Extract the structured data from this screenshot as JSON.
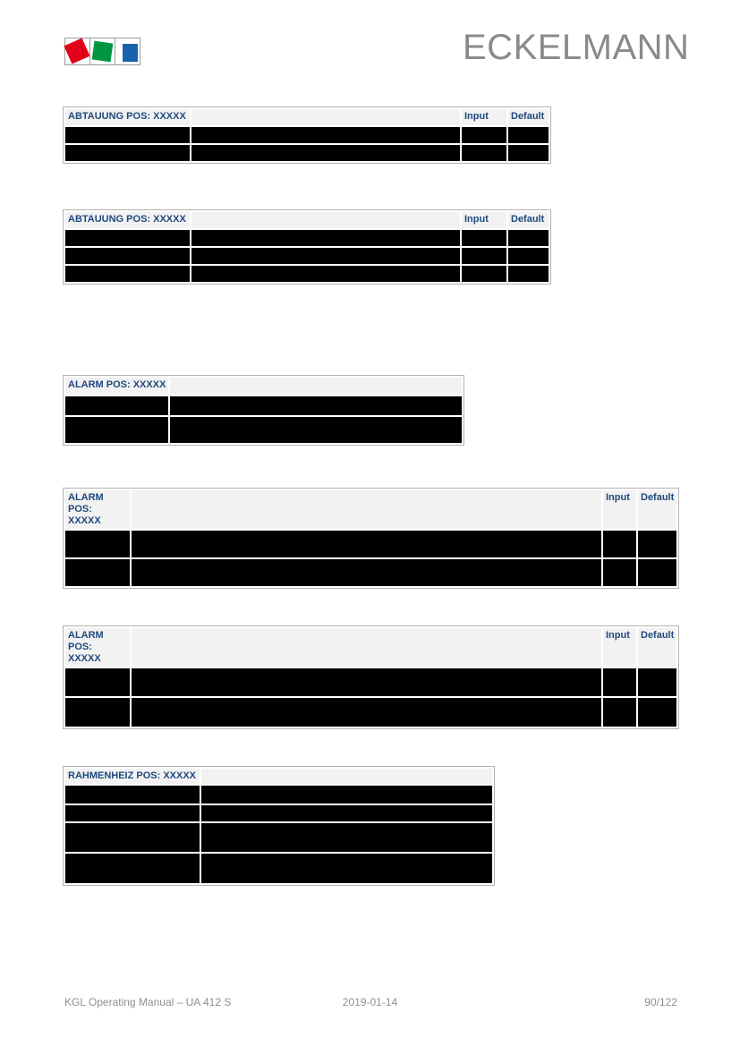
{
  "brand": {
    "wordmark": "ECKELMANN",
    "logo_square_colors": {
      "red": "#e2001a",
      "green": "#009640",
      "blue": "#1961ac"
    },
    "logo_box_border": "#9b9b9b",
    "wordmark_color": "#8a8a8a"
  },
  "colors": {
    "header_text": "#1f497d",
    "header_bg": "#f2f2f2",
    "body_cell_fill": "#000000",
    "table_border": "#b2b2b2",
    "footer_text": "#8f8f8f",
    "page_bg": "#ffffff"
  },
  "tables": [
    {
      "name": "abtauung-1",
      "title": "ABTAUUNG POS: XXXXX",
      "input_label": "Input",
      "default_label": "Default",
      "columns": 4,
      "body_rows": 2
    },
    {
      "name": "abtauung-2",
      "title": "ABTAUUNG POS: XXXXX",
      "input_label": "Input",
      "default_label": "Default",
      "columns": 4,
      "body_rows": 3
    },
    {
      "name": "alarm-1",
      "title": "ALARM POS: XXXXX",
      "columns": 2,
      "body_rows": 2
    },
    {
      "name": "alarm-2",
      "title": "ALARM POS: XXXXX",
      "input_label": "Input",
      "default_label": "Default",
      "columns": 4,
      "body_rows": 2
    },
    {
      "name": "alarm-3",
      "title": "ALARM POS: XXXXX",
      "input_label": "Input",
      "default_label": "Default",
      "columns": 4,
      "body_rows": 2
    },
    {
      "name": "rahmenheiz",
      "title": "RAHMENHEIZ POS: XXXXX",
      "columns": 2,
      "body_rows": 4
    }
  ],
  "footer": {
    "left": "KGL Operating Manual – UA 412 S",
    "center": "2019-01-14",
    "right": "90/122"
  }
}
